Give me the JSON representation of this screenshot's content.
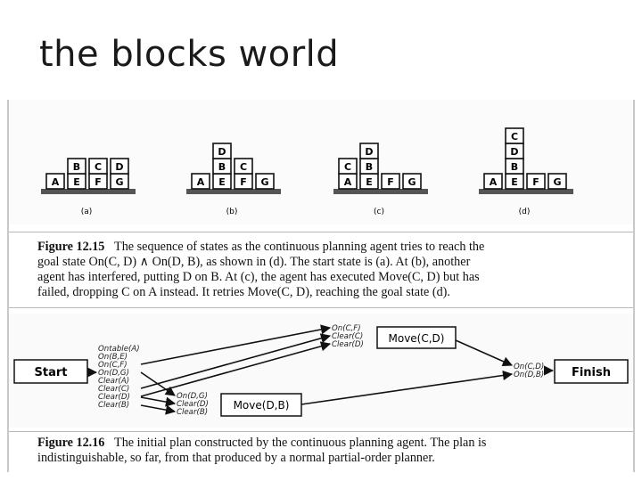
{
  "title": "the blocks world",
  "figure_12_15": {
    "states": [
      {
        "label": "(a)",
        "table": [
          "A",
          "E",
          "F",
          "G"
        ],
        "stacks": [
          {
            "base": 1,
            "blocks": [
              "B"
            ]
          },
          {
            "base": 2,
            "blocks": [
              "C"
            ]
          },
          {
            "base": 3,
            "blocks": [
              "D"
            ]
          }
        ]
      },
      {
        "label": "(b)",
        "table": [
          "A",
          "E",
          "F",
          "G"
        ],
        "stacks": [
          {
            "base": 1,
            "blocks": [
              "B",
              "D"
            ]
          },
          {
            "base": 2,
            "blocks": [
              "C"
            ]
          }
        ]
      },
      {
        "label": "(c)",
        "table": [
          "A",
          "E",
          "F",
          "G"
        ],
        "stacks": [
          {
            "base": 0,
            "blocks": [
              "C"
            ]
          },
          {
            "base": 1,
            "blocks": [
              "B",
              "D"
            ]
          }
        ]
      },
      {
        "label": "(d)",
        "table": [
          "A",
          "E",
          "F",
          "G"
        ],
        "stacks": [
          {
            "base": 1,
            "blocks": [
              "B",
              "D",
              "C"
            ]
          }
        ]
      }
    ],
    "caption_title": "Figure 12.15",
    "caption_lines": [
      "The sequence of states as the continuous planning agent tries to reach the",
      "goal state On(C, D) ∧ On(D, B), as shown in (d). The start state is (a). At (b), another",
      "agent has interfered, putting D on B. At (c), the agent has executed Move(C, D) but has",
      "failed, dropping C on A instead. It retries Move(C, D), reaching the goal state (d)."
    ]
  },
  "figure_12_16": {
    "start_label": "Start",
    "finish_label": "Finish",
    "start_effects": [
      "Ontable(A)",
      "On(B,E)",
      "On(C,F)",
      "On(D,G)",
      "Clear(A)",
      "Clear(C)",
      "Clear(D)",
      "Clear(B)"
    ],
    "move_cd": {
      "label": "Move(C,D)",
      "preconditions": [
        "On(C,F)",
        "Clear(C)",
        "Clear(D)"
      ]
    },
    "move_db": {
      "label": "Move(D,B)",
      "preconditions": [
        "On(D,G)",
        "Clear(D)",
        "Clear(B)"
      ]
    },
    "finish_preconditions": [
      "On(C,D)",
      "On(D,B)"
    ],
    "caption_title": "Figure 12.16",
    "caption_lines": [
      "The initial plan constructed by the continuous planning agent. The plan is",
      "indistinguishable, so far, from that produced by a normal partial-order planner."
    ]
  }
}
